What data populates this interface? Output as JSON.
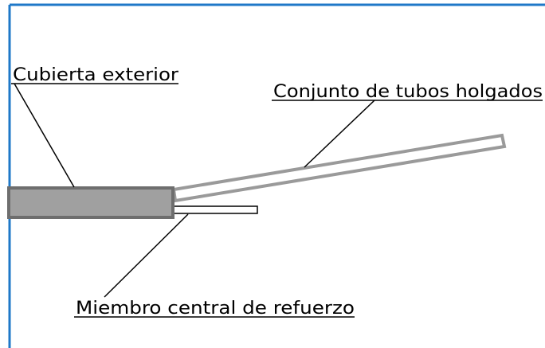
{
  "labels": {
    "outer_jacket": "Cubierta exterior",
    "loose_tube_assembly": "Conjunto de tubos holgados",
    "central_strength_member": "Miembro central de refuerzo"
  },
  "colors": {
    "frame_border": "#1f78c8",
    "jacket_fill": "#a0a0a0",
    "jacket_stroke": "#6e6e6e",
    "tube_stroke": "#9a9a9a",
    "member_stroke": "#000000",
    "leader_line": "#000000",
    "text": "#000000"
  }
}
